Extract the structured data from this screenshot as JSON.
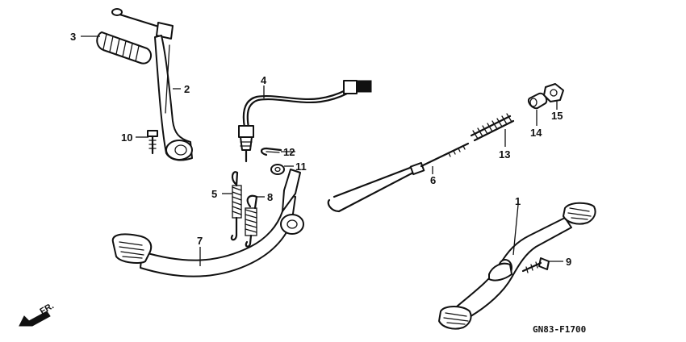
{
  "diagram": {
    "code": "GN83-F1700",
    "direction_label": "FR.",
    "callouts": [
      {
        "id": "1",
        "label": "1"
      },
      {
        "id": "2",
        "label": "2"
      },
      {
        "id": "3",
        "label": "3"
      },
      {
        "id": "4",
        "label": "4"
      },
      {
        "id": "5",
        "label": "5"
      },
      {
        "id": "6",
        "label": "6"
      },
      {
        "id": "7",
        "label": "7"
      },
      {
        "id": "8",
        "label": "8"
      },
      {
        "id": "9",
        "label": "9"
      },
      {
        "id": "10",
        "label": "10"
      },
      {
        "id": "11",
        "label": "11"
      },
      {
        "id": "12",
        "label": "12"
      },
      {
        "id": "13",
        "label": "13"
      },
      {
        "id": "14",
        "label": "14"
      },
      {
        "id": "15",
        "label": "15"
      }
    ]
  }
}
